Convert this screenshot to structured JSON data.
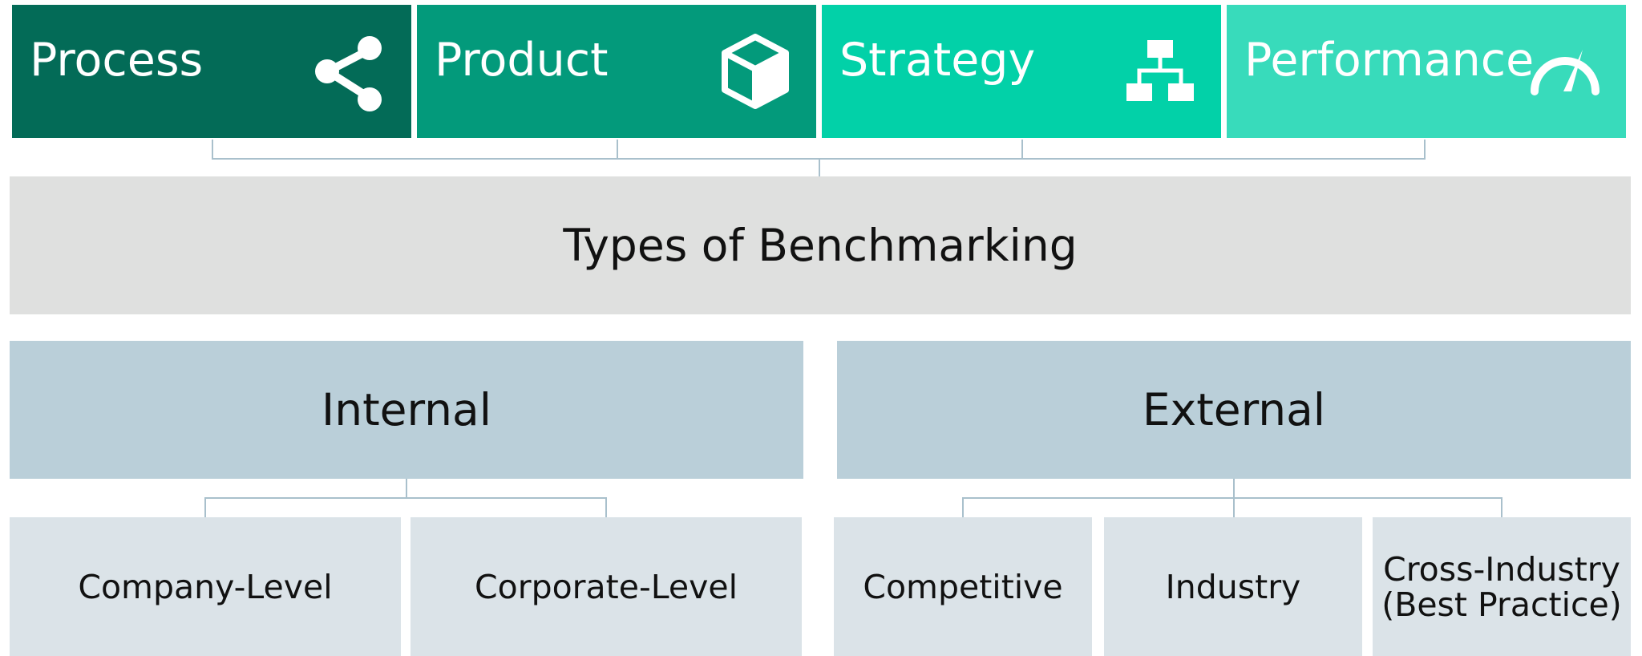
{
  "colors": {
    "process": "#036b57",
    "product": "#039a7b",
    "strategy": "#02d1a8",
    "performance": "#38dbbb",
    "center_bar": "#dfe0df",
    "group_box": "#bacfd9",
    "leaf_box": "#dbe3e8",
    "connector": "#a9c0cc"
  },
  "top_types": [
    {
      "label": "Process",
      "icon": "share-icon"
    },
    {
      "label": "Product",
      "icon": "cube-icon"
    },
    {
      "label": "Strategy",
      "icon": "hierarchy-icon"
    },
    {
      "label": "Performance",
      "icon": "gauge-icon"
    }
  ],
  "center": {
    "title": "Types of Benchmarking"
  },
  "groups": {
    "internal": {
      "title": "Internal",
      "children": [
        "Company-Level",
        "Corporate-Level"
      ]
    },
    "external": {
      "title": "External",
      "children": [
        "Competitive",
        "Industry",
        "Cross-Industry\n(Best Practice)"
      ]
    }
  }
}
